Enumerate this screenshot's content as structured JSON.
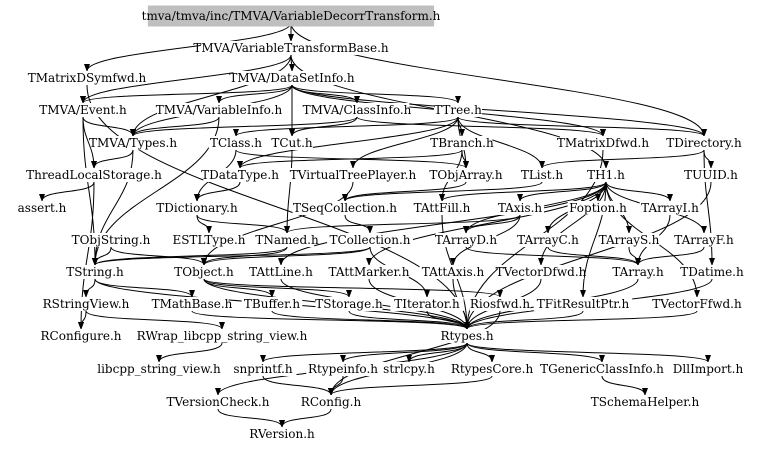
{
  "graph": {
    "nodes": [
      {
        "id": "root",
        "label": "tmva/tmva/inc/TMVA/VariableDecorrTransform.h",
        "root": true
      },
      {
        "id": "vtb",
        "label": "TMVA/VariableTransformBase.h"
      },
      {
        "id": "tmatrixdsym",
        "label": "TMatrixDSymfwd.h"
      },
      {
        "id": "dsi",
        "label": "TMVA/DataSetInfo.h"
      },
      {
        "id": "event",
        "label": "TMVA/Event.h"
      },
      {
        "id": "varinfo",
        "label": "TMVA/VariableInfo.h"
      },
      {
        "id": "classinfo",
        "label": "TMVA/ClassInfo.h"
      },
      {
        "id": "ttree",
        "label": "TTree.h"
      },
      {
        "id": "types",
        "label": "TMVA/Types.h"
      },
      {
        "id": "tclass",
        "label": "TClass.h"
      },
      {
        "id": "tcut",
        "label": "TCut.h"
      },
      {
        "id": "tbranch",
        "label": "TBranch.h"
      },
      {
        "id": "tmatrixd",
        "label": "TMatrixDfwd.h"
      },
      {
        "id": "tdirectory",
        "label": "TDirectory.h"
      },
      {
        "id": "threadlocal",
        "label": "ThreadLocalStorage.h"
      },
      {
        "id": "tdatatype",
        "label": "TDataType.h"
      },
      {
        "id": "tvtp",
        "label": "TVirtualTreePlayer.h"
      },
      {
        "id": "tobjarray",
        "label": "TObjArray.h"
      },
      {
        "id": "tlist",
        "label": "TList.h"
      },
      {
        "id": "th1",
        "label": "TH1.h"
      },
      {
        "id": "tuuid",
        "label": "TUUID.h"
      },
      {
        "id": "assert",
        "label": "assert.h"
      },
      {
        "id": "tdictionary",
        "label": "TDictionary.h"
      },
      {
        "id": "tseqcoll",
        "label": "TSeqCollection.h"
      },
      {
        "id": "tattfill",
        "label": "TAttFill.h"
      },
      {
        "id": "taxis",
        "label": "TAxis.h"
      },
      {
        "id": "foption",
        "label": "Foption.h"
      },
      {
        "id": "tarrayi",
        "label": "TArrayI.h"
      },
      {
        "id": "tobjstring",
        "label": "TObjString.h"
      },
      {
        "id": "estltype",
        "label": "ESTLType.h"
      },
      {
        "id": "tnamed",
        "label": "TNamed.h"
      },
      {
        "id": "tcollection",
        "label": "TCollection.h"
      },
      {
        "id": "tarrayd",
        "label": "TArrayD.h"
      },
      {
        "id": "tarrayc",
        "label": "TArrayC.h"
      },
      {
        "id": "tarrays",
        "label": "TArrayS.h"
      },
      {
        "id": "tarrayf",
        "label": "TArrayF.h"
      },
      {
        "id": "tstring",
        "label": "TString.h"
      },
      {
        "id": "tobject",
        "label": "TObject.h"
      },
      {
        "id": "tattline",
        "label": "TAttLine.h"
      },
      {
        "id": "tattmarker",
        "label": "TAttMarker.h"
      },
      {
        "id": "tattaxis",
        "label": "TAttAxis.h"
      },
      {
        "id": "tvectordfwd",
        "label": "TVectorDfwd.h"
      },
      {
        "id": "tarray",
        "label": "TArray.h"
      },
      {
        "id": "tdatime",
        "label": "TDatime.h"
      },
      {
        "id": "rstringview",
        "label": "RStringView.h"
      },
      {
        "id": "tmathbase",
        "label": "TMathBase.h"
      },
      {
        "id": "tbuffer",
        "label": "TBuffer.h"
      },
      {
        "id": "tstorage",
        "label": "TStorage.h"
      },
      {
        "id": "titerator",
        "label": "TIterator.h"
      },
      {
        "id": "riosfwd",
        "label": "Riosfwd.h"
      },
      {
        "id": "tfitresultptr",
        "label": "TFitResultPtr.h"
      },
      {
        "id": "tvectorffwd",
        "label": "TVectorFfwd.h"
      },
      {
        "id": "rconfigure",
        "label": "RConfigure.h"
      },
      {
        "id": "rwrap",
        "label": "RWrap_libcpp_string_view.h"
      },
      {
        "id": "rtypes",
        "label": "Rtypes.h"
      },
      {
        "id": "libcpp",
        "label": "libcpp_string_view.h"
      },
      {
        "id": "snprintf",
        "label": "snprintf.h"
      },
      {
        "id": "rtypeinfo",
        "label": "Rtypeinfo.h"
      },
      {
        "id": "strlcpy",
        "label": "strlcpy.h"
      },
      {
        "id": "rtypescore",
        "label": "RtypesCore.h"
      },
      {
        "id": "tgci",
        "label": "TGenericClassInfo.h"
      },
      {
        "id": "dllimport",
        "label": "DllImport.h"
      },
      {
        "id": "tversioncheck",
        "label": "TVersionCheck.h"
      },
      {
        "id": "rconfig",
        "label": "RConfig.h"
      },
      {
        "id": "tschemahelper",
        "label": "TSchemaHelper.h"
      },
      {
        "id": "rversion",
        "label": "RVersion.h"
      }
    ],
    "edges": [
      [
        "root",
        "vtb"
      ],
      [
        "root",
        "tmatrixdsym"
      ],
      [
        "root",
        "tdirectory"
      ],
      [
        "vtb",
        "dsi"
      ],
      [
        "vtb",
        "event"
      ],
      [
        "vtb",
        "types"
      ],
      [
        "vtb",
        "th1"
      ],
      [
        "dsi",
        "event"
      ],
      [
        "dsi",
        "varinfo"
      ],
      [
        "dsi",
        "classinfo"
      ],
      [
        "dsi",
        "ttree"
      ],
      [
        "dsi",
        "types"
      ],
      [
        "dsi",
        "tcut"
      ],
      [
        "dsi",
        "tmatrixd"
      ],
      [
        "dsi",
        "tdirectory"
      ],
      [
        "tmatrixdsym",
        "rtypes"
      ],
      [
        "event",
        "types"
      ],
      [
        "event",
        "threadlocal"
      ],
      [
        "event",
        "tstring"
      ],
      [
        "varinfo",
        "types"
      ],
      [
        "varinfo",
        "tstring"
      ],
      [
        "classinfo",
        "types"
      ],
      [
        "classinfo",
        "tcut"
      ],
      [
        "classinfo",
        "tmatrixd"
      ],
      [
        "ttree",
        "tclass"
      ],
      [
        "ttree",
        "tbranch"
      ],
      [
        "ttree",
        "tobjarray"
      ],
      [
        "ttree",
        "tdatatype"
      ],
      [
        "ttree",
        "tvtp"
      ],
      [
        "ttree",
        "tdirectory"
      ],
      [
        "ttree",
        "tlist"
      ],
      [
        "types",
        "threadlocal"
      ],
      [
        "types",
        "tstring"
      ],
      [
        "tclass",
        "tdictionary"
      ],
      [
        "tclass",
        "tobjarray"
      ],
      [
        "tcut",
        "tnamed"
      ],
      [
        "tbranch",
        "tobjarray"
      ],
      [
        "tbranch",
        "tattfill"
      ],
      [
        "tbranch",
        "tdatatype"
      ],
      [
        "tmatrixd",
        "rtypes"
      ],
      [
        "tdirectory",
        "tuuid"
      ],
      [
        "tdirectory",
        "tlist"
      ],
      [
        "tdirectory",
        "tdatime"
      ],
      [
        "threadlocal",
        "assert"
      ],
      [
        "threadlocal",
        "rconfigure"
      ],
      [
        "tdatatype",
        "tdictionary"
      ],
      [
        "tvtp",
        "tobject"
      ],
      [
        "tobjarray",
        "tseqcoll"
      ],
      [
        "tlist",
        "tseqcoll"
      ],
      [
        "th1",
        "taxis"
      ],
      [
        "th1",
        "tattline"
      ],
      [
        "th1",
        "tattfill"
      ],
      [
        "th1",
        "tattmarker"
      ],
      [
        "th1",
        "tarrayc"
      ],
      [
        "th1",
        "tarrays"
      ],
      [
        "th1",
        "tarrayi"
      ],
      [
        "th1",
        "tarrayf"
      ],
      [
        "th1",
        "tarrayd"
      ],
      [
        "th1",
        "foption"
      ],
      [
        "th1",
        "tvectorffwd"
      ],
      [
        "th1",
        "tvectordfwd"
      ],
      [
        "th1",
        "tfitresultptr"
      ],
      [
        "tuuid",
        "rtypes"
      ],
      [
        "tdictionary",
        "tnamed"
      ],
      [
        "tdictionary",
        "estltype"
      ],
      [
        "tseqcoll",
        "tcollection"
      ],
      [
        "tattfill",
        "rtypes"
      ],
      [
        "taxis",
        "tnamed"
      ],
      [
        "taxis",
        "tattaxis"
      ],
      [
        "taxis",
        "tarrayd"
      ],
      [
        "tarrayi",
        "tarray"
      ],
      [
        "tobjstring",
        "tobject"
      ],
      [
        "tobjstring",
        "tstring"
      ],
      [
        "tnamed",
        "tobject"
      ],
      [
        "tnamed",
        "tstring"
      ],
      [
        "tcollection",
        "tobject"
      ],
      [
        "tcollection",
        "titerator"
      ],
      [
        "tcollection",
        "tstring"
      ],
      [
        "tarrayd",
        "tarray"
      ],
      [
        "tarrayc",
        "tarray"
      ],
      [
        "tarrays",
        "tarray"
      ],
      [
        "tarrayf",
        "tarray"
      ],
      [
        "tstring",
        "rstringview"
      ],
      [
        "tstring",
        "tmathbase"
      ],
      [
        "tstring",
        "rtypes"
      ],
      [
        "tobject",
        "tstorage"
      ],
      [
        "tobject",
        "tbuffer"
      ],
      [
        "tobject",
        "riosfwd"
      ],
      [
        "tobject",
        "rtypes"
      ],
      [
        "tattline",
        "rtypes"
      ],
      [
        "tattmarker",
        "rtypes"
      ],
      [
        "tattaxis",
        "rtypes"
      ],
      [
        "tvectordfwd",
        "rtypes"
      ],
      [
        "tarray",
        "rtypes"
      ],
      [
        "tdatime",
        "rtypes"
      ],
      [
        "rstringview",
        "rconfigure"
      ],
      [
        "rstringview",
        "rwrap"
      ],
      [
        "tmathbase",
        "rtypes"
      ],
      [
        "tbuffer",
        "rtypes"
      ],
      [
        "tstorage",
        "rtypes"
      ],
      [
        "titerator",
        "rtypes"
      ],
      [
        "riosfwd",
        "rconfig"
      ],
      [
        "tfitresultptr",
        "rtypes"
      ],
      [
        "tvectorffwd",
        "rtypes"
      ],
      [
        "rwrap",
        "libcpp"
      ],
      [
        "rtypes",
        "snprintf"
      ],
      [
        "rtypes",
        "rtypeinfo"
      ],
      [
        "rtypes",
        "strlcpy"
      ],
      [
        "rtypes",
        "rtypescore"
      ],
      [
        "rtypes",
        "tgci"
      ],
      [
        "rtypes",
        "dllimport"
      ],
      [
        "rtypes",
        "rconfig"
      ],
      [
        "rtypes",
        "tversioncheck"
      ],
      [
        "snprintf",
        "rconfig"
      ],
      [
        "rtypeinfo",
        "rconfig"
      ],
      [
        "rtypescore",
        "rconfig"
      ],
      [
        "tgci",
        "tschemahelper"
      ],
      [
        "tversioncheck",
        "rversion"
      ],
      [
        "rconfig",
        "rversion"
      ]
    ]
  }
}
